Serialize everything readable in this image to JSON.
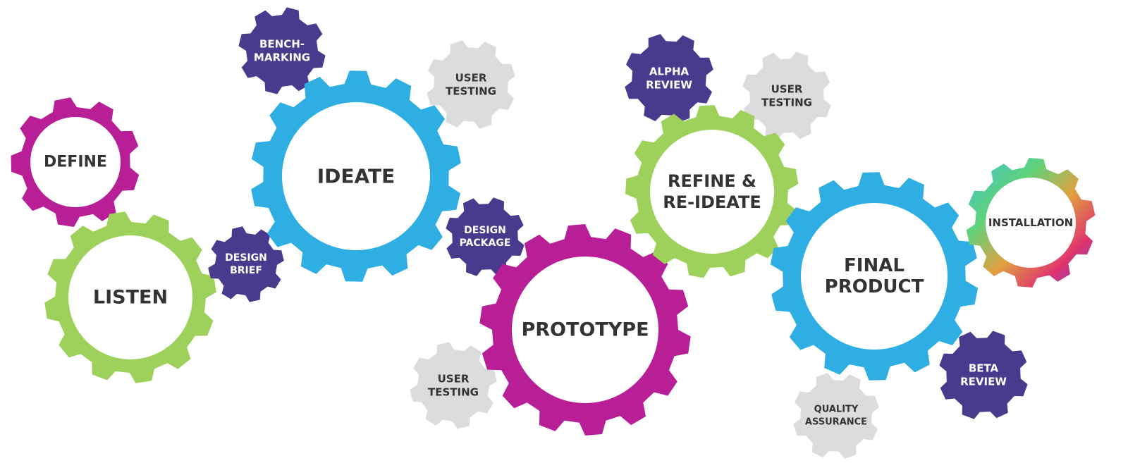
{
  "colors": {
    "magenta": "#b81f97",
    "green": "#9ed05c",
    "blue": "#2eaee3",
    "purple": "#4a3a8e",
    "gray": "#dcdcdc",
    "label_dark": "#333333",
    "label_light": "#ffffff"
  },
  "gears": [
    {
      "id": "gear-define",
      "label": [
        "DEFINE"
      ],
      "color": "magenta"
    },
    {
      "id": "gear-listen",
      "label": [
        "LISTEN"
      ],
      "color": "green"
    },
    {
      "id": "gear-design-brief",
      "label": [
        "DESIGN",
        "BRIEF"
      ],
      "color": "purple"
    },
    {
      "id": "gear-benchmarking",
      "label": [
        "BENCH-",
        "MARKING"
      ],
      "color": "purple"
    },
    {
      "id": "gear-ideate",
      "label": [
        "IDEATE"
      ],
      "color": "blue"
    },
    {
      "id": "gear-user-testing-1",
      "label": [
        "USER",
        "TESTING"
      ],
      "color": "gray"
    },
    {
      "id": "gear-design-package",
      "label": [
        "DESIGN",
        "PACKAGE"
      ],
      "color": "purple"
    },
    {
      "id": "gear-user-testing-2",
      "label": [
        "USER",
        "TESTING"
      ],
      "color": "gray"
    },
    {
      "id": "gear-prototype",
      "label": [
        "PROTOTYPE"
      ],
      "color": "magenta"
    },
    {
      "id": "gear-alpha-review",
      "label": [
        "ALPHA",
        "REVIEW"
      ],
      "color": "purple"
    },
    {
      "id": "gear-user-testing-3",
      "label": [
        "USER",
        "TESTING"
      ],
      "color": "gray"
    },
    {
      "id": "gear-refine",
      "label": [
        "REFINE &",
        "RE-IDEATE"
      ],
      "color": "green"
    },
    {
      "id": "gear-final-product",
      "label": [
        "FINAL",
        "PRODUCT"
      ],
      "color": "blue"
    },
    {
      "id": "gear-quality-assurance",
      "label": [
        "QUALITY",
        "ASSURANCE"
      ],
      "color": "gray"
    },
    {
      "id": "gear-beta-review",
      "label": [
        "BETA",
        "REVIEW"
      ],
      "color": "purple"
    },
    {
      "id": "gear-installation",
      "label": [
        "INSTALLATION"
      ],
      "color": "rainbow"
    }
  ]
}
